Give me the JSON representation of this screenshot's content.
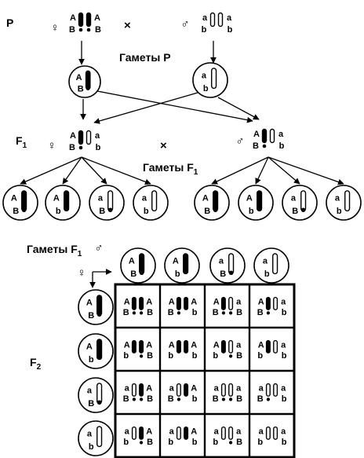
{
  "labels": {
    "p": "P",
    "f1": "F",
    "f1_sub": "1",
    "f2": "F",
    "f2_sub": "2",
    "gametes_p": "Гаметы P",
    "gametes_f1": "Гаметы F",
    "gametes_f1_sub": "1",
    "gametes_f1_table": "Гаметы F",
    "gametes_f1_table_sub": "1",
    "cross": "×",
    "female": "♀",
    "male": "♂"
  },
  "parents": {
    "female": {
      "top": [
        "A",
        "A"
      ],
      "bottom": [
        "B",
        "B"
      ]
    },
    "male": {
      "top": [
        "a",
        "a"
      ],
      "bottom": [
        "b",
        "b"
      ]
    }
  },
  "gametes_p": [
    {
      "top": "A",
      "bottom": "B"
    },
    {
      "top": "a",
      "bottom": "b"
    }
  ],
  "f1": [
    {
      "top": [
        "A",
        "a"
      ],
      "bottom": [
        "B",
        "b"
      ]
    },
    {
      "top": [
        "A",
        "a"
      ],
      "bottom": [
        "B",
        "b"
      ]
    }
  ],
  "f1_gametes": [
    {
      "top": "A",
      "bottom": "B"
    },
    {
      "top": "A",
      "bottom": "b"
    },
    {
      "top": "a",
      "bottom": "B"
    },
    {
      "top": "a",
      "bottom": "b"
    }
  ],
  "punnett": {
    "rows": [
      [
        "A/B A/B",
        "A/B A/b",
        "A/B a/B",
        "A/B a/b"
      ],
      [
        "A/b A/B",
        "A/b A/b",
        "A/b a/B",
        "A/b a/b"
      ],
      [
        "a/B A/B",
        "a/B A/b",
        "a/B a/B",
        "a/B a/b"
      ],
      [
        "a/b A/B",
        "a/b A/b",
        "a/b a/B",
        "a/b a/b"
      ]
    ]
  }
}
